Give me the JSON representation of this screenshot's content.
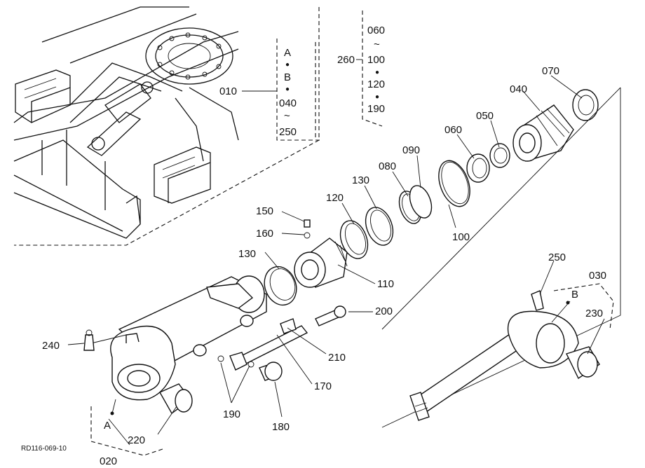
{
  "diagram": {
    "code": "RD116-069-10",
    "ref_labels": {
      "A_lower": "A",
      "B_right": "B",
      "A_list": "A",
      "B_list": "B"
    },
    "sep_dot": "●",
    "tilde": "~",
    "group_010": [
      "040",
      "250"
    ],
    "group_260": [
      "060",
      "100",
      "120",
      "190"
    ],
    "callouts": {
      "c010": "010",
      "c020": "020",
      "c030": "030",
      "c040": "040",
      "c050": "050",
      "c060": "060",
      "c070": "070",
      "c080": "080",
      "c090": "090",
      "c100": "100",
      "c110": "110",
      "c120": "120",
      "c130a": "130",
      "c130b": "130",
      "c150": "150",
      "c160": "160",
      "c170": "170",
      "c180": "180",
      "c190": "190",
      "c200": "200",
      "c210": "210",
      "c220": "220",
      "c230": "230",
      "c240": "240",
      "c250": "250",
      "c260": "260"
    }
  }
}
